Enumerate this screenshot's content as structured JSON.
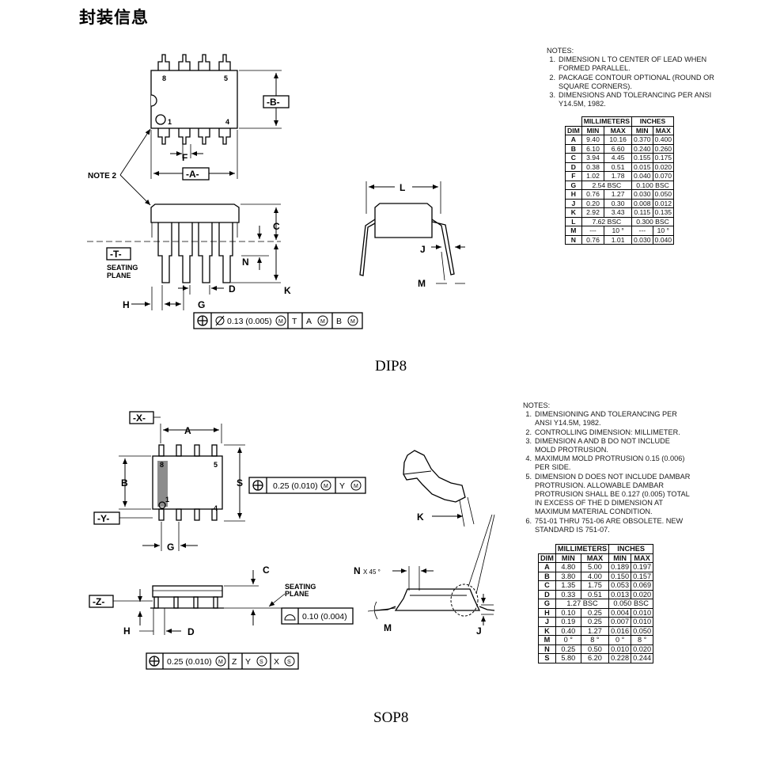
{
  "page": {
    "heading": "封装信息"
  },
  "dip8": {
    "caption": "DIP8",
    "labels": {
      "pin8": "8",
      "pin5": "5",
      "pin1": "1",
      "pin4": "4",
      "B": "-B-",
      "A": "-A-",
      "F": "F",
      "note2": "NOTE 2",
      "T": "-T-",
      "seating1": "SEATING",
      "seating2": "PLANE",
      "C": "C",
      "N": "N",
      "D": "D",
      "K": "K",
      "H": "H",
      "G": "G",
      "L": "L",
      "J": "J",
      "M": "M"
    },
    "fcf": {
      "tolerance": "0.13 (0.005)",
      "ref1": "T",
      "ref2": "A",
      "ref3": "B"
    },
    "notes_title": "NOTES:",
    "notes": [
      {
        "num": "1.",
        "lines": [
          "DIMENSION L TO CENTER OF LEAD WHEN",
          "FORMED PARALLEL."
        ]
      },
      {
        "num": "2.",
        "lines": [
          "PACKAGE CONTOUR OPTIONAL (ROUND OR",
          "SQUARE CORNERS)."
        ]
      },
      {
        "num": "3.",
        "lines": [
          "DIMENSIONS AND TOLERANCING PER ANSI",
          "Y14.5M, 1982."
        ]
      }
    ],
    "table": {
      "group_mm": "MILLIMETERS",
      "group_in": "INCHES",
      "col_dim": "DIM",
      "col_min": "MIN",
      "col_max": "MAX",
      "rows": [
        {
          "dim": "A",
          "mm_min": "9.40",
          "mm_max": "10.16",
          "in_min": "0.370",
          "in_max": "0.400"
        },
        {
          "dim": "B",
          "mm_min": "6.10",
          "mm_max": "6.60",
          "in_min": "0.240",
          "in_max": "0.260"
        },
        {
          "dim": "C",
          "mm_min": "3.94",
          "mm_max": "4.45",
          "in_min": "0.155",
          "in_max": "0.175"
        },
        {
          "dim": "D",
          "mm_min": "0.38",
          "mm_max": "0.51",
          "in_min": "0.015",
          "in_max": "0.020"
        },
        {
          "dim": "F",
          "mm_min": "1.02",
          "mm_max": "1.78",
          "in_min": "0.040",
          "in_max": "0.070"
        },
        {
          "dim": "G",
          "mm_span": "2.54 BSC",
          "in_span": "0.100 BSC"
        },
        {
          "dim": "H",
          "mm_min": "0.76",
          "mm_max": "1.27",
          "in_min": "0.030",
          "in_max": "0.050"
        },
        {
          "dim": "J",
          "mm_min": "0.20",
          "mm_max": "0.30",
          "in_min": "0.008",
          "in_max": "0.012"
        },
        {
          "dim": "K",
          "mm_min": "2.92",
          "mm_max": "3.43",
          "in_min": "0.115",
          "in_max": "0.135"
        },
        {
          "dim": "L",
          "mm_span": "7.62 BSC",
          "in_span": "0.300 BSC"
        },
        {
          "dim": "M",
          "mm_min": "---",
          "mm_max": "10 °",
          "in_min": "---",
          "in_max": "10 °"
        },
        {
          "dim": "N",
          "mm_min": "0.76",
          "mm_max": "1.01",
          "in_min": "0.030",
          "in_max": "0.040"
        }
      ]
    }
  },
  "sop8": {
    "caption": "SOP8",
    "labels": {
      "X": "-X-",
      "Y": "-Y-",
      "Z": "-Z-",
      "A": "A",
      "B": "B",
      "S": "S",
      "G": "G",
      "pin8": "8",
      "pin5": "5",
      "pin1": "1",
      "pin4": "4",
      "C": "C",
      "seating1": "SEATING",
      "seating2": "PLANE",
      "H": "H",
      "D": "D",
      "K": "K",
      "N": "N",
      "x45": "X 45 °",
      "M": "M",
      "J": "J"
    },
    "fcf_pos": {
      "tolerance": "0.25 (0.010)",
      "ref1": "Y"
    },
    "fcf_flat": {
      "tolerance": "0.10 (0.004)"
    },
    "fcf_bottom": {
      "tolerance": "0.25 (0.010)",
      "ref1": "Z",
      "ref2": "Y",
      "ref3": "X"
    },
    "notes_title": "NOTES:",
    "notes": [
      {
        "num": "1.",
        "lines": [
          "DIMENSIONING AND TOLERANCING PER",
          "ANSI Y14.5M, 1982."
        ]
      },
      {
        "num": "2.",
        "lines": [
          "CONTROLLING DIMENSION: MILLIMETER."
        ]
      },
      {
        "num": "3.",
        "lines": [
          "DIMENSION A AND B DO NOT INCLUDE",
          "MOLD PROTRUSION."
        ]
      },
      {
        "num": "4.",
        "lines": [
          "MAXIMUM MOLD PROTRUSION 0.15 (0.006)",
          "PER SIDE."
        ]
      },
      {
        "num": "5.",
        "lines": [
          "DIMENSION D DOES NOT INCLUDE DAMBAR",
          "PROTRUSION. ALLOWABLE DAMBAR",
          "PROTRUSION SHALL BE 0.127 (0.005) TOTAL",
          "IN EXCESS OF THE D DIMENSION AT",
          "MAXIMUM MATERIAL CONDITION."
        ]
      },
      {
        "num": "6.",
        "lines": [
          "751-01 THRU 751-06 ARE OBSOLETE. NEW",
          "STANDARD IS 751-07."
        ]
      }
    ],
    "table": {
      "group_mm": "MILLIMETERS",
      "group_in": "INCHES",
      "col_dim": "DIM",
      "col_min": "MIN",
      "col_max": "MAX",
      "rows": [
        {
          "dim": "A",
          "mm_min": "4.80",
          "mm_max": "5.00",
          "in_min": "0.189",
          "in_max": "0.197"
        },
        {
          "dim": "B",
          "mm_min": "3.80",
          "mm_max": "4.00",
          "in_min": "0.150",
          "in_max": "0.157"
        },
        {
          "dim": "C",
          "mm_min": "1.35",
          "mm_max": "1.75",
          "in_min": "0.053",
          "in_max": "0.069"
        },
        {
          "dim": "D",
          "mm_min": "0.33",
          "mm_max": "0.51",
          "in_min": "0.013",
          "in_max": "0.020"
        },
        {
          "dim": "G",
          "mm_span": "1.27 BSC",
          "in_span": "0.050 BSC"
        },
        {
          "dim": "H",
          "mm_min": "0.10",
          "mm_max": "0.25",
          "in_min": "0.004",
          "in_max": "0.010"
        },
        {
          "dim": "J",
          "mm_min": "0.19",
          "mm_max": "0.25",
          "in_min": "0.007",
          "in_max": "0.010"
        },
        {
          "dim": "K",
          "mm_min": "0.40",
          "mm_max": "1.27",
          "in_min": "0.016",
          "in_max": "0.050"
        },
        {
          "dim": "M",
          "mm_min": "0 °",
          "mm_max": "8 °",
          "in_min": "0 °",
          "in_max": "8 °"
        },
        {
          "dim": "N",
          "mm_min": "0.25",
          "mm_max": "0.50",
          "in_min": "0.010",
          "in_max": "0.020"
        },
        {
          "dim": "S",
          "mm_min": "5.80",
          "mm_max": "6.20",
          "in_min": "0.228",
          "in_max": "0.244"
        }
      ]
    }
  }
}
